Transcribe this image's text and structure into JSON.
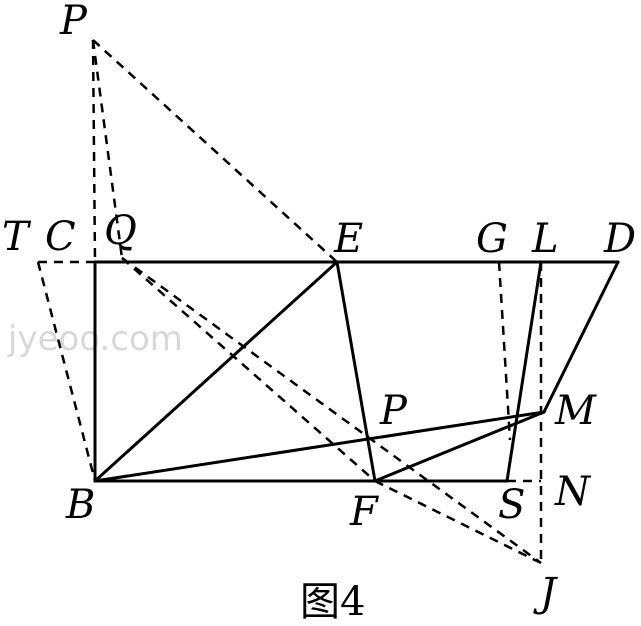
{
  "labels": {
    "P_top": "P",
    "T": "T",
    "C": "C",
    "Q": "Q",
    "E": "E",
    "G": "G",
    "L": "L",
    "D": "D",
    "P_mid": "P",
    "M": "M",
    "B": "B",
    "F": "F",
    "S": "S",
    "N": "N",
    "J": "J"
  },
  "caption": "图4",
  "watermark": "jyeoo.com"
}
